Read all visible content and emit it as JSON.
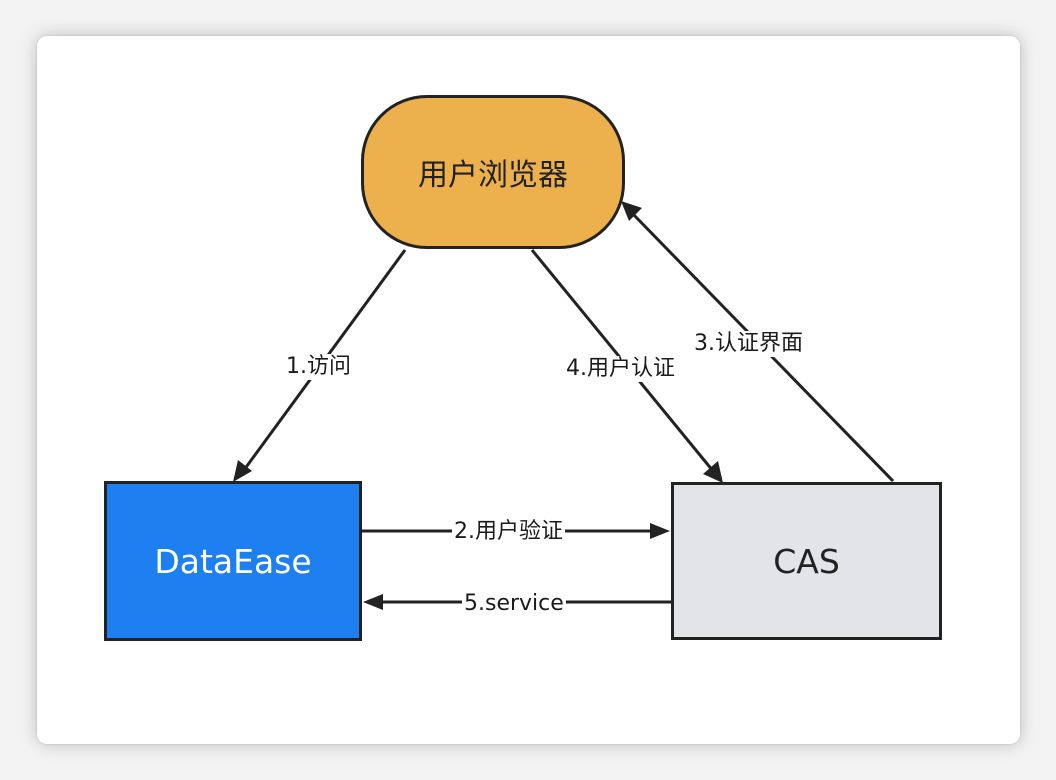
{
  "nodes": {
    "browser": "用户浏览器",
    "dataease": "DataEase",
    "cas": "CAS"
  },
  "edges": {
    "visit": "1.访问",
    "user_verify": "2.用户验证",
    "auth_page": "3.认证界面",
    "user_auth": "4.用户认证",
    "service": "5.service"
  },
  "colors": {
    "browser_fill": "#ecb04c",
    "dataease_fill": "#1e7ff0",
    "cas_fill": "#e2e4e7",
    "stroke": "#222222"
  }
}
